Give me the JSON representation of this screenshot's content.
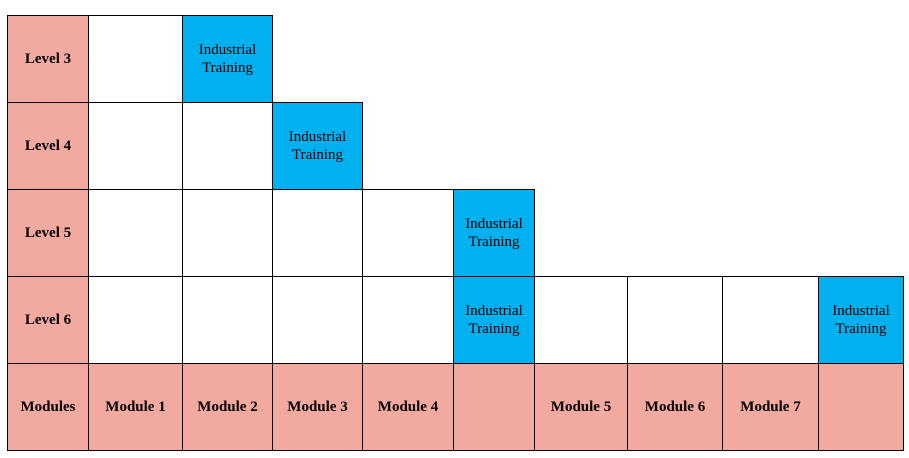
{
  "rows": [
    {
      "label": "Level 3",
      "cells": [
        "",
        "Industrial Training"
      ]
    },
    {
      "label": "Level 4",
      "cells": [
        "",
        "",
        "Industrial Training"
      ]
    },
    {
      "label": "Level 5",
      "cells": [
        "",
        "",
        "",
        "",
        "Industrial Training"
      ]
    },
    {
      "label": "Level 6",
      "cells": [
        "",
        "",
        "",
        "",
        "Industrial Training",
        "",
        "",
        "",
        "Industrial Training"
      ]
    }
  ],
  "footer": {
    "label": "Modules",
    "cells": [
      "Module 1",
      "Module 2",
      "Module 3",
      "Module 4",
      "",
      "Module 5",
      "Module 6",
      "Module 7",
      ""
    ]
  },
  "colors": {
    "label_fill": "#f2a99f",
    "training_fill": "#00b0ef",
    "blank_fill": "#ffffff"
  }
}
